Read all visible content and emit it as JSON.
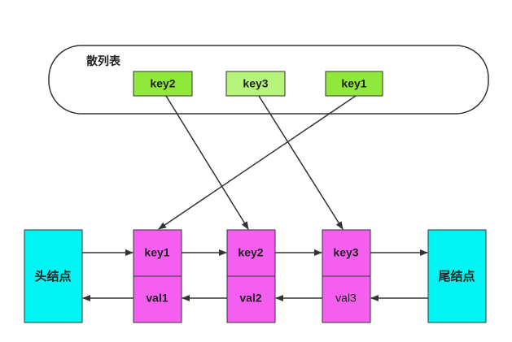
{
  "hash_table": {
    "label": "散列表",
    "keys": [
      "key2",
      "key3",
      "key1"
    ]
  },
  "linked_list": {
    "head_label": "头结点",
    "tail_label": "尾结点",
    "nodes": [
      {
        "key": "key1",
        "val": "val1"
      },
      {
        "key": "key2",
        "val": "val2"
      },
      {
        "key": "key3",
        "val": "val3"
      }
    ]
  },
  "colors": {
    "hash_key_fill": "#8fe83a",
    "hash_key_fill_alt": "#b6f57a",
    "node_fill": "#f45ff0",
    "end_node_fill": "#00f4f4",
    "stroke": "#333333"
  }
}
